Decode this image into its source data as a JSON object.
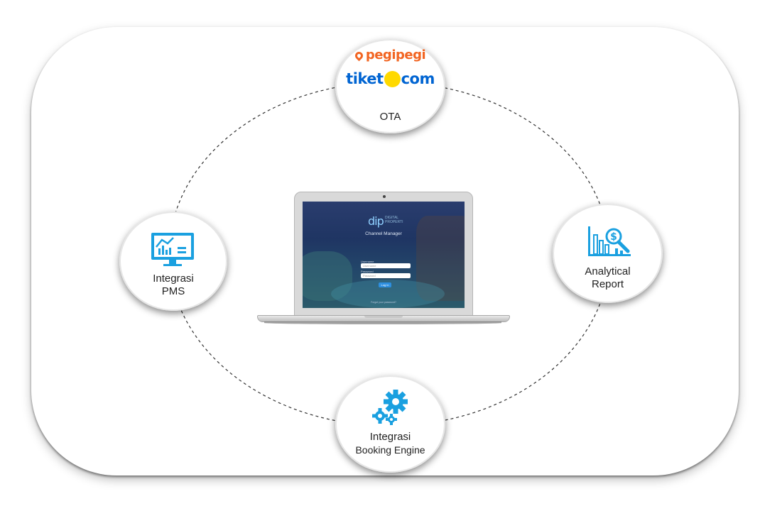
{
  "nodes": {
    "ota": {
      "brand_1": "pegipegi",
      "brand_2_left": "tiket",
      "brand_2_right": "com",
      "label": "OTA"
    },
    "pms": {
      "label_line1": "Integrasi",
      "label_line2": "PMS",
      "icon": "pms-dashboard-icon"
    },
    "analytics": {
      "label_line1": "Analytical",
      "label_line2": "Report",
      "icon": "analytics-chart-icon"
    },
    "booking": {
      "label_line1": "Integrasi",
      "label_line2": "Booking Engine",
      "icon": "gears-icon"
    }
  },
  "laptop_screen": {
    "logo": "dip",
    "logo_sub": "DIGITAL PROPERTI",
    "title": "Channel Manager",
    "username_label": "Username",
    "username_placeholder": "Username",
    "password_label": "Password",
    "password_placeholder": "Password",
    "login_button": "Log in",
    "footer": "Forgot your password?"
  },
  "colors": {
    "icon_blue": "#1aa0e0",
    "pegi_orange": "#f26522",
    "tiket_blue": "#0064d2",
    "tiket_yellow": "#ffd900"
  }
}
